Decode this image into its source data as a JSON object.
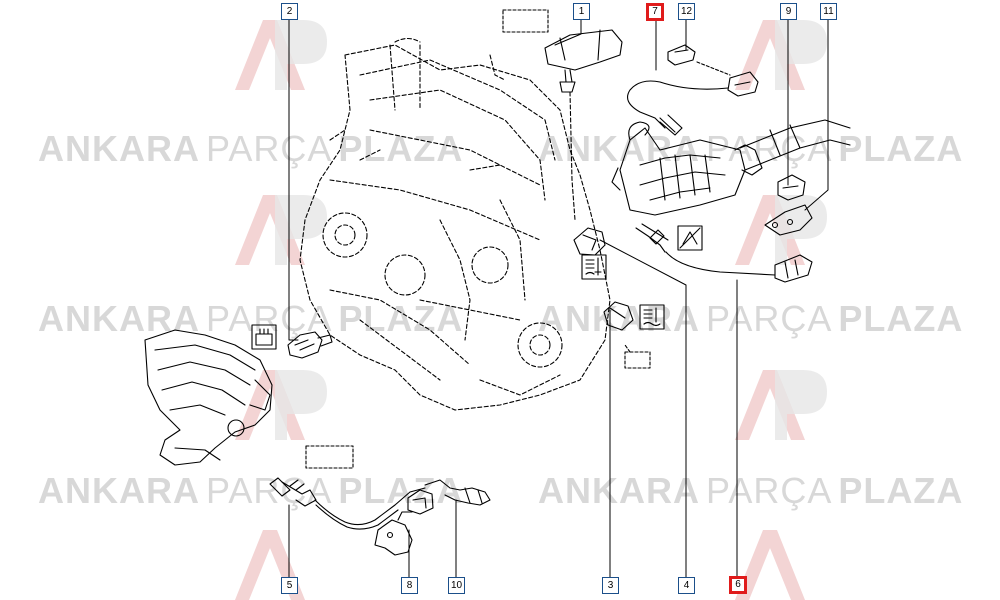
{
  "watermark": {
    "brand_first": "ANKARA",
    "brand_second": "PARÇA",
    "brand_third": "PLAZA"
  },
  "callouts": [
    {
      "id": "c2",
      "label": "2",
      "highlighted": false
    },
    {
      "id": "c1",
      "label": "1",
      "highlighted": false
    },
    {
      "id": "c7",
      "label": "7",
      "highlighted": true
    },
    {
      "id": "c12",
      "label": "12",
      "highlighted": false
    },
    {
      "id": "c9",
      "label": "9",
      "highlighted": false
    },
    {
      "id": "c11",
      "label": "11",
      "highlighted": false
    },
    {
      "id": "c5",
      "label": "5",
      "highlighted": false
    },
    {
      "id": "c8",
      "label": "8",
      "highlighted": false
    },
    {
      "id": "c10",
      "label": "10",
      "highlighted": false
    },
    {
      "id": "c3",
      "label": "3",
      "highlighted": false
    },
    {
      "id": "c4",
      "label": "4",
      "highlighted": false
    },
    {
      "id": "c6",
      "label": "6",
      "highlighted": true
    }
  ],
  "colors": {
    "line": "#000000",
    "callout_border": "#1b4f8a",
    "highlight": "#e01b1b",
    "watermark": "#d8d8d8",
    "logo_red": "#f3d4d4",
    "logo_grey": "#e6e6e6"
  }
}
